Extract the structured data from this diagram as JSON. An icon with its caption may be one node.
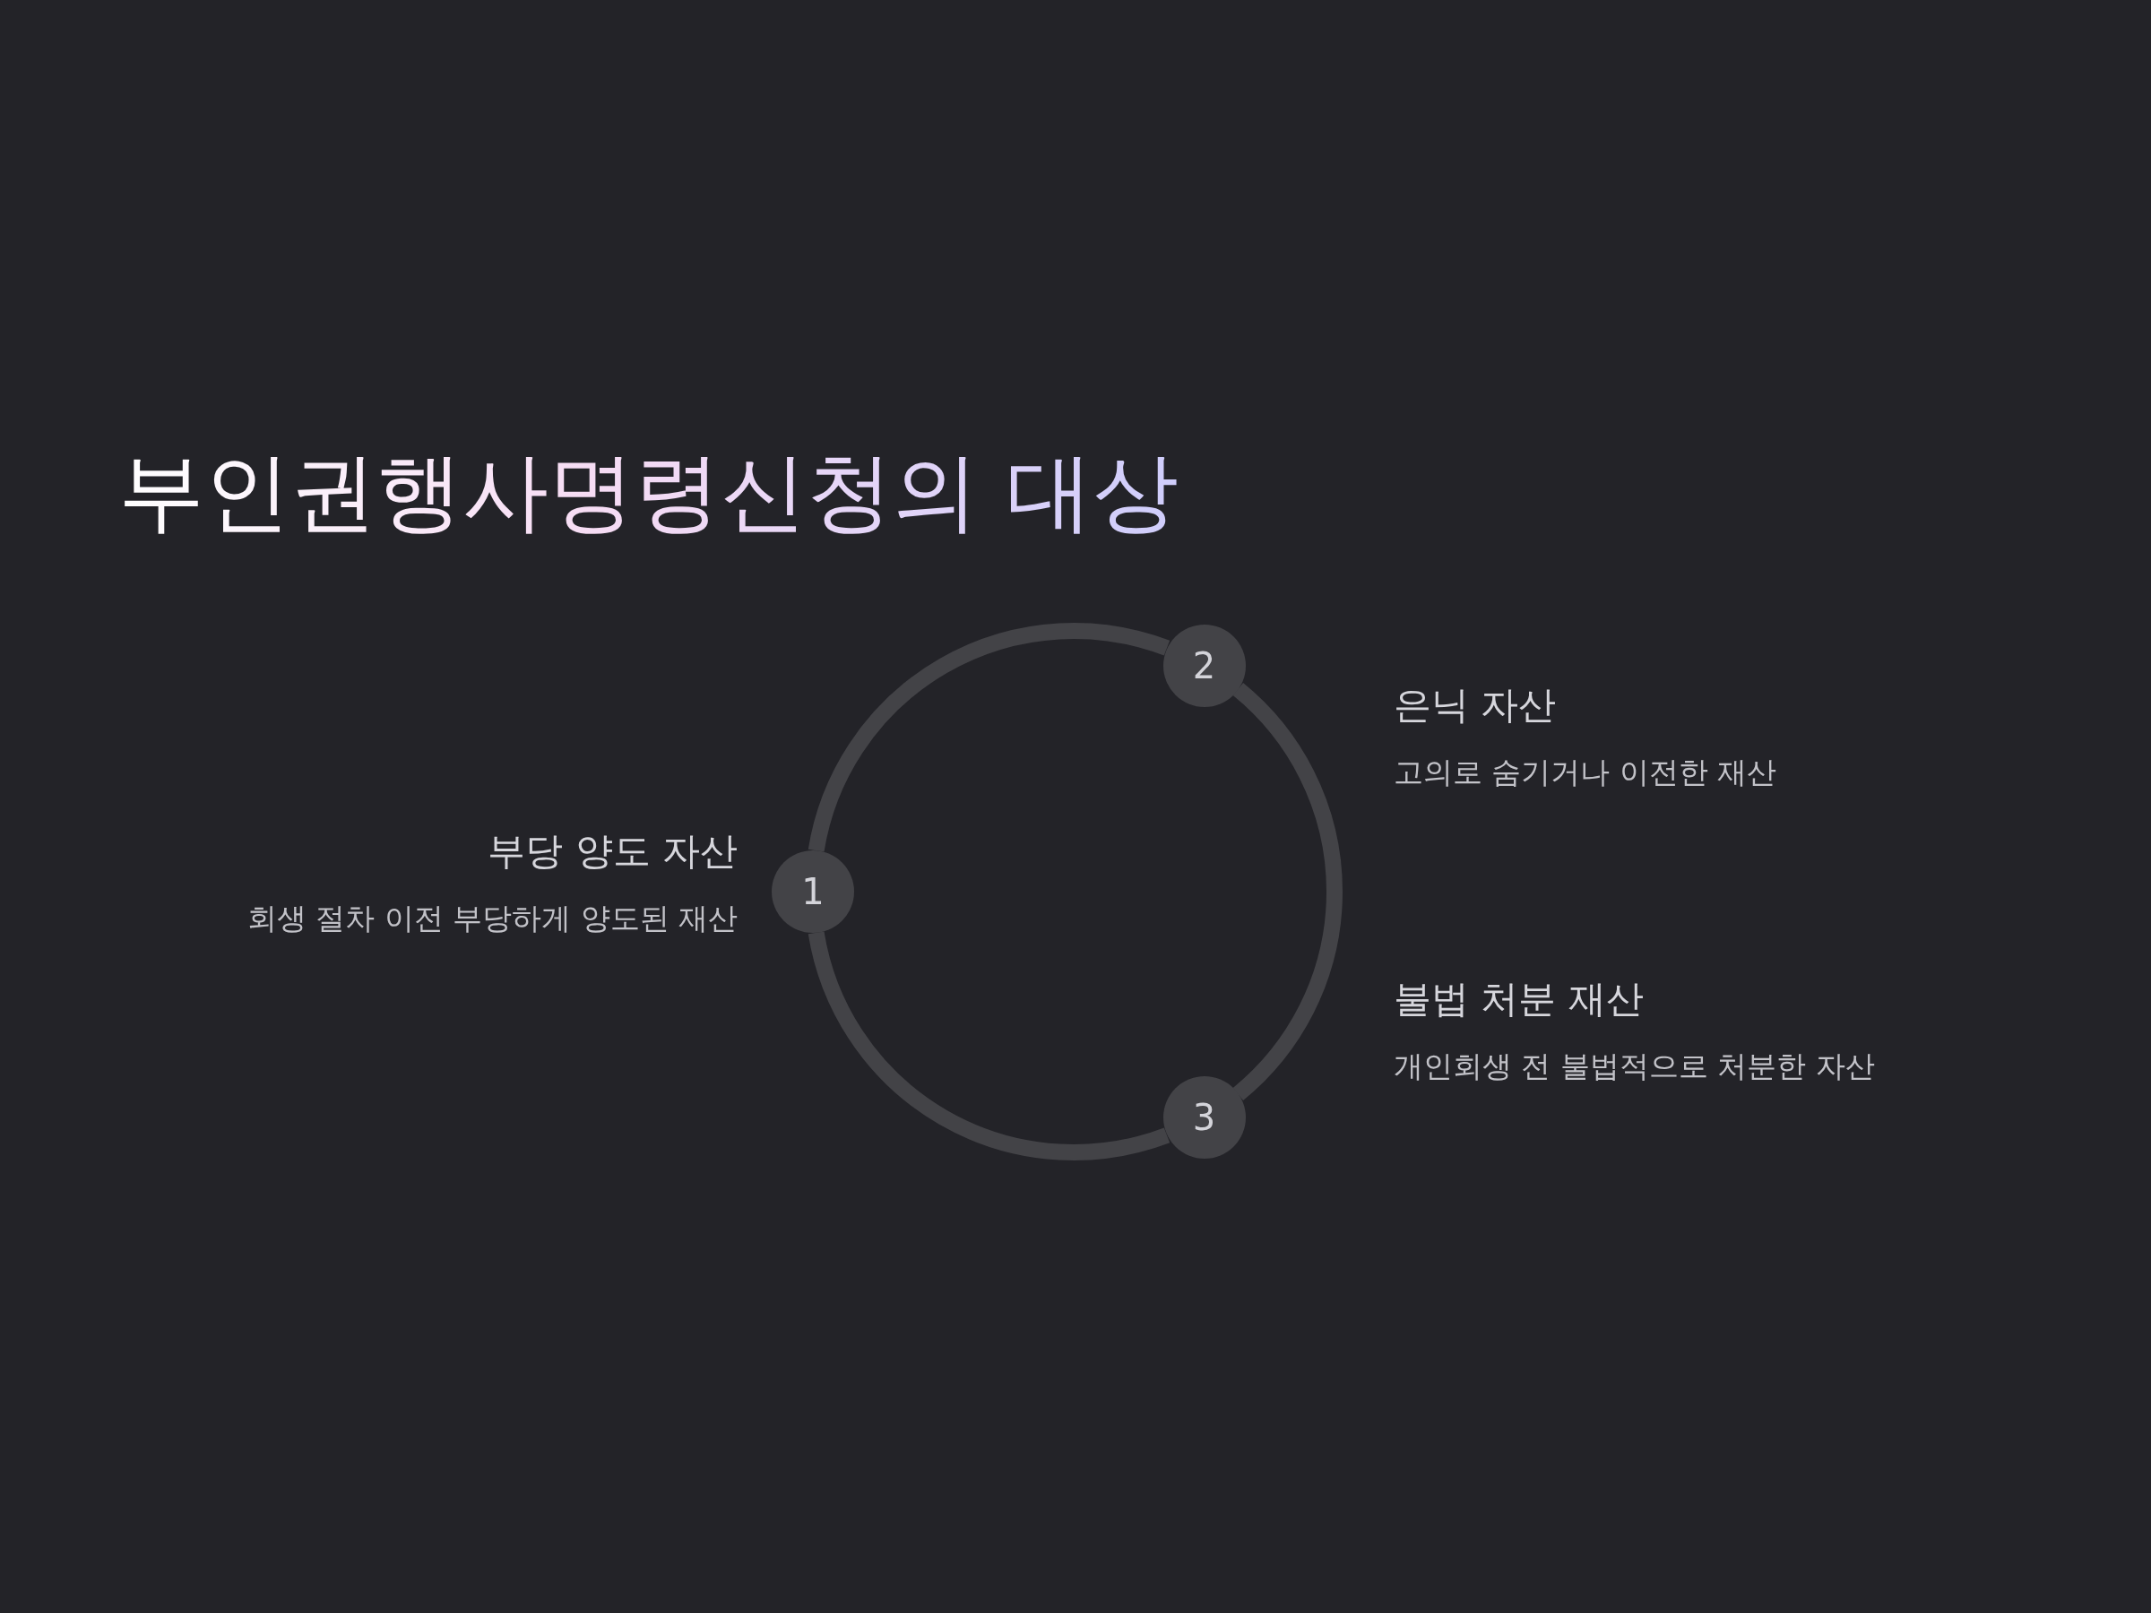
{
  "diagram": {
    "title": "부인권행사명령신청의 대상",
    "nodes": [
      {
        "text": [
          "1"
        ],
        "beside": [
          "부당 양도 자산",
          "회생 절차 이전 부당하게 양도된 재산"
        ]
      },
      {
        "text": [
          "2"
        ],
        "beside": [
          "은닉 자산",
          "고의로 숨기거나 이전한 재산"
        ]
      },
      {
        "text": [
          "3"
        ],
        "beside": [
          "불법 처분 재산",
          "개인회생 전 불법적으로 처분한 자산"
        ]
      }
    ],
    "edges": [
      {
        "from": 0,
        "to": 1,
        "arrow": "none"
      },
      {
        "from": 1,
        "to": 2,
        "arrow": "none"
      },
      {
        "from": 2,
        "to": 0,
        "arrow": "none"
      }
    ]
  }
}
